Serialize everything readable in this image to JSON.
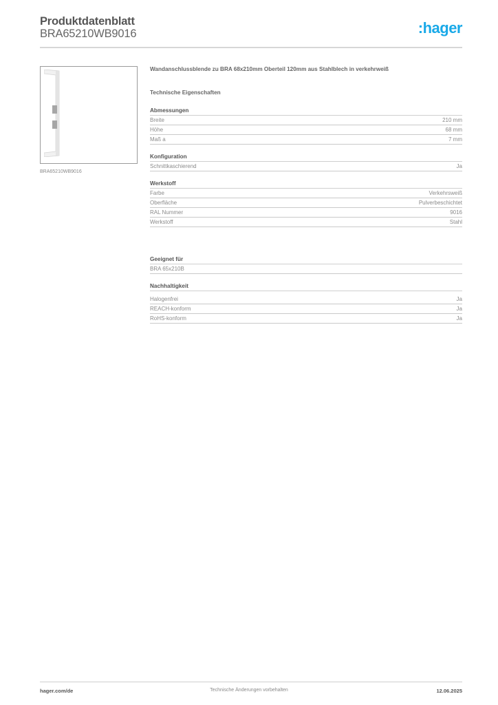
{
  "header": {
    "title": "Produktdatenblatt",
    "product_code": "BRA65210WB9016",
    "logo_text": ":hager",
    "logo_color": "#19a9e8"
  },
  "image": {
    "caption": "BRA65210WB9016",
    "icon": "wall-connection-panel-image"
  },
  "description": "Wandanschlussblende zu BRA 68x210mm Oberteil 120mm aus Stahlblech in verkehrweiß",
  "technical_heading": "Technische Eigenschaften",
  "sections": [
    {
      "title": "Abmessungen",
      "rows": [
        {
          "label": "Breite",
          "value": "210 mm"
        },
        {
          "label": "Höhe",
          "value": "68 mm"
        },
        {
          "label": "Maß a",
          "value": "7 mm"
        }
      ]
    },
    {
      "title": "Konfiguration",
      "rows": [
        {
          "label": "Schnittkaschierend",
          "value": "Ja"
        }
      ]
    },
    {
      "title": "Werkstoff",
      "rows": [
        {
          "label": "Farbe",
          "value": "Verkehrsweiß"
        },
        {
          "label": "Oberfläche",
          "value": "Pulverbeschichtet"
        },
        {
          "label": "RAL Nummer",
          "value": "9016"
        },
        {
          "label": "Werkstoff",
          "value": "Stahl"
        }
      ]
    },
    {
      "title": "Geeignet für",
      "rows": [
        {
          "label": "BRA 65x210B",
          "value": ""
        }
      ]
    },
    {
      "title": "Nachhaltigkeit",
      "rows": [
        {
          "label": "Halogenfrei",
          "value": "Ja"
        },
        {
          "label": "REACH-konform",
          "value": "Ja"
        },
        {
          "label": "RoHS-konform",
          "value": "Ja"
        }
      ]
    }
  ],
  "footer": {
    "website": "hager.com/de",
    "notice": "Technische Änderungen vorbehalten",
    "date": "12.06.2025"
  }
}
